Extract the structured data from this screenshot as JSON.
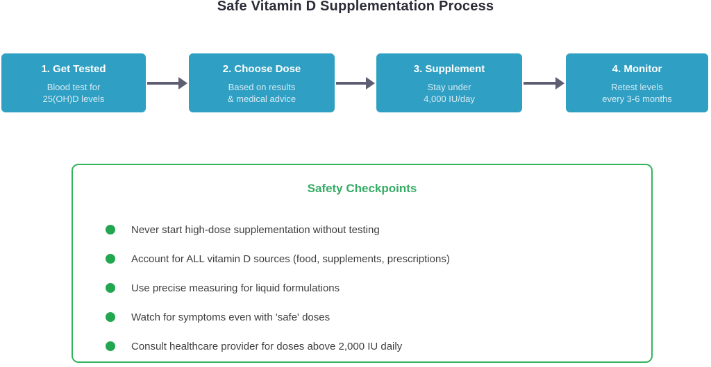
{
  "title": "Safe Vitamin D Supplementation Process",
  "colors": {
    "title_dark": "#2b2c38",
    "box_teal": "#2f9fc3",
    "box_subtext": "#d6ecf4",
    "arrow": "#5d5e72",
    "green_border": "#32b45e",
    "green_heading": "#35ac64",
    "green_dot": "#22a750",
    "text_gray": "#3e3e3e"
  },
  "flow": {
    "steps": [
      {
        "heading": "1. Get Tested",
        "line1": "Blood test for",
        "line2": "25(OH)D levels"
      },
      {
        "heading": "2. Choose Dose",
        "line1": "Based on results",
        "line2": "& medical advice"
      },
      {
        "heading": "3. Supplement",
        "line1": "Stay under",
        "line2": "4,000 IU/day"
      },
      {
        "heading": "4. Monitor",
        "line1": "Retest levels",
        "line2": "every 3-6 months"
      }
    ]
  },
  "safety": {
    "heading": "Safety Checkpoints",
    "items": [
      "Never start high-dose supplementation without testing",
      "Account for ALL vitamin D sources (food, supplements, prescriptions)",
      "Use precise measuring for liquid formulations",
      "Watch for symptoms even with 'safe' doses",
      "Consult healthcare provider for doses above 2,000 IU daily"
    ]
  }
}
